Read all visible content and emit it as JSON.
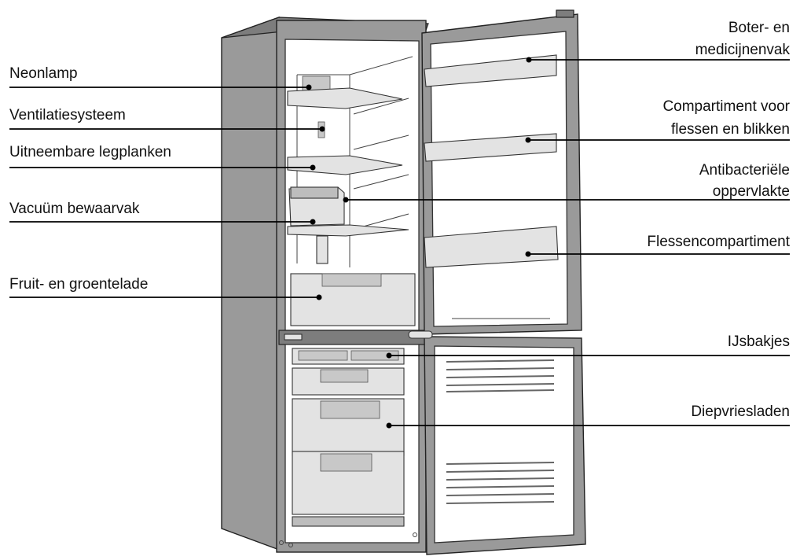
{
  "labels": {
    "left": [
      {
        "id": "neonlamp",
        "text": "Neonlamp"
      },
      {
        "id": "ventilatie",
        "text": "Ventilatiesysteem"
      },
      {
        "id": "legplanken",
        "text": "Uitneembare legplanken"
      },
      {
        "id": "vacuum",
        "text": "Vacuüm bewaarvak"
      },
      {
        "id": "fruit",
        "text": "Fruit- en groentelade"
      }
    ],
    "right": [
      {
        "id": "boter",
        "lines": [
          "Boter- en",
          "medicijnenvak"
        ]
      },
      {
        "id": "flessen-blikken",
        "lines": [
          "Compartiment voor",
          "flessen en blikken"
        ]
      },
      {
        "id": "antibacterieel",
        "lines": [
          "Antibacteriële",
          "oppervlakte"
        ]
      },
      {
        "id": "flessencomp",
        "lines": [
          "Flessencompartiment"
        ]
      },
      {
        "id": "ijsbakjes",
        "lines": [
          "IJsbakjes"
        ]
      },
      {
        "id": "diepvries",
        "lines": [
          "Diepvriesladen"
        ]
      }
    ]
  },
  "colors": {
    "body": "#9a9a9a",
    "interior": "#ffffff",
    "shelf": "#e3e3e3",
    "leader": "#000000"
  }
}
